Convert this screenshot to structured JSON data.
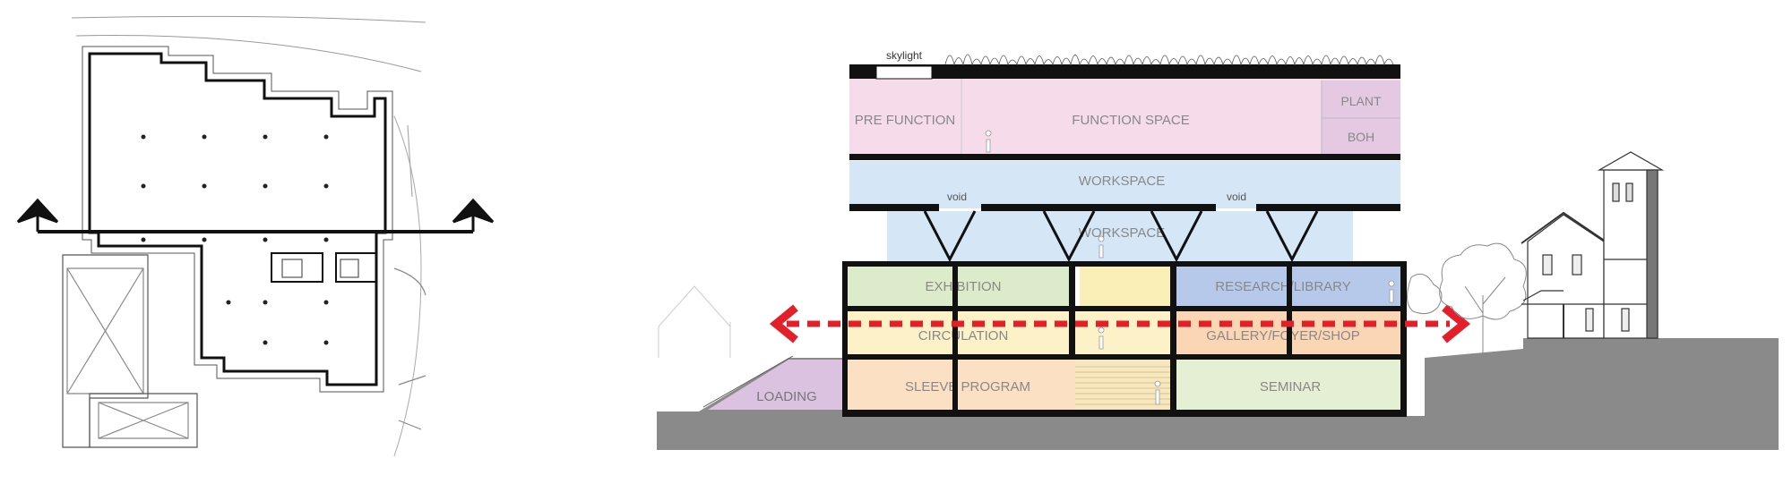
{
  "section_labels": {
    "skylight": "skylight",
    "pre_function": "PRE FUNCTION",
    "function_space": "FUNCTION SPACE",
    "plant": "PLANT",
    "boh": "BOH",
    "workspace_upper": "WORKSPACE",
    "void_left": "void",
    "void_right": "void",
    "workspace_lower": "WORKSPACE",
    "exhibition": "EXHIBITION",
    "research_library": "RESEARCH/LIBRARY",
    "circulation": "CIRCULATION",
    "gallery_foyer_shop": "GALLERY/FOYER/SHOP",
    "sleeve_program": "SLEEVE PROGRAM",
    "seminar": "SEMINAR",
    "loading": "LOADING"
  },
  "colors": {
    "function": "#f6dcea",
    "plant_boh": "#e5c9e2",
    "workspace": "#d5e6f6",
    "exhibition": "#dcebc9",
    "atrium": "#fbefb8",
    "research": "#b6c9ea",
    "circulation": "#fcf1c7",
    "gallery": "#fbd6b5",
    "sleeve": "#fbe0c3",
    "seminar": "#e4efd3",
    "loading": "#dcc2e1",
    "arrow": "#e3202a",
    "ground": "#8a8a8a",
    "structure": "#1a1a1a"
  }
}
